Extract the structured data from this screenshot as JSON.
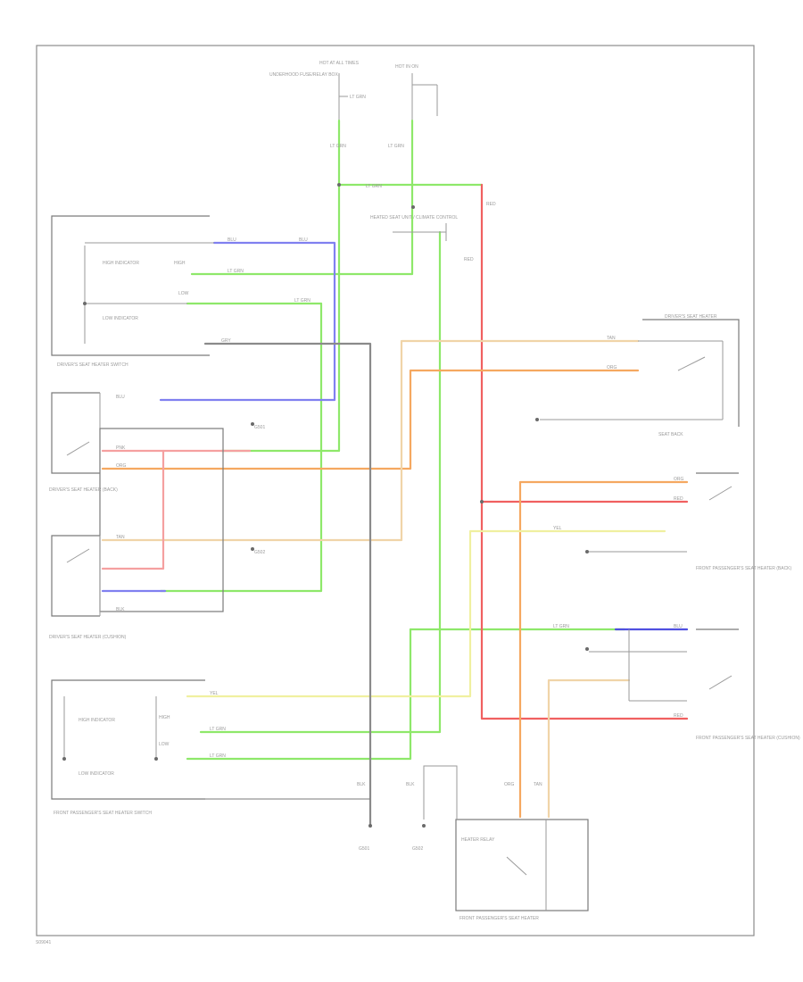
{
  "diagram": {
    "figure_id": "S09041",
    "colors": {
      "green": "#8ee86a",
      "green_dark": "#50d83c",
      "red": "#f06060",
      "pink": "#f5a0a0",
      "blue": "#8080f0",
      "blue_dark": "#5050e0",
      "orange": "#f5a860",
      "tan": "#f0d4a8",
      "yellow": "#f0f0a0",
      "grey": "#8a8a8a",
      "line": "#9a9a9a",
      "frame": "#8c8c8c"
    },
    "labels": {
      "top_fuse_left": "HOT AT ALL TIMES",
      "top_fuse_left_sub": "UNDERHOOD FUSE/RELAY BOX",
      "top_fuse_right": "HOT IN ON",
      "center_unit": "HEATED SEAT UNIT / CLIMATE CONTROL",
      "driver_heater_switch": "DRIVER'S SEAT HEATER SWITCH",
      "driver_heater_1": "DRIVER'S SEAT HEATER (BACK)",
      "driver_heater_2": "DRIVER'S SEAT HEATER (CUSHION)",
      "passenger_switch": "FRONT PASSENGER'S SEAT HEATER SWITCH",
      "right_top_switch": "DRIVER'S SEAT HEATER",
      "right_top_sub": "SEAT BACK",
      "right_mid": "FRONT PASSENGER'S SEAT HEATER (BACK)",
      "right_low": "FRONT PASSENGER'S SEAT HEATER (CUSHION)",
      "bottom_relay": "FRONT PASSENGER'S SEAT HEATER",
      "bottom_relay_inner": "HEATER RELAY",
      "ground_1": "G501",
      "ground_2": "G502",
      "hi_indicator": "HIGH INDICATOR",
      "lo_indicator": "LOW INDICATOR",
      "hi": "HIGH",
      "lo": "LOW",
      "wire_lt_grn": "LT GRN",
      "wire_red": "RED",
      "wire_blu": "BLU",
      "wire_org": "ORG",
      "wire_yel": "YEL",
      "wire_gry": "GRY",
      "wire_blk": "BLK",
      "wire_pnk": "PNK",
      "wire_tan": "TAN"
    }
  }
}
